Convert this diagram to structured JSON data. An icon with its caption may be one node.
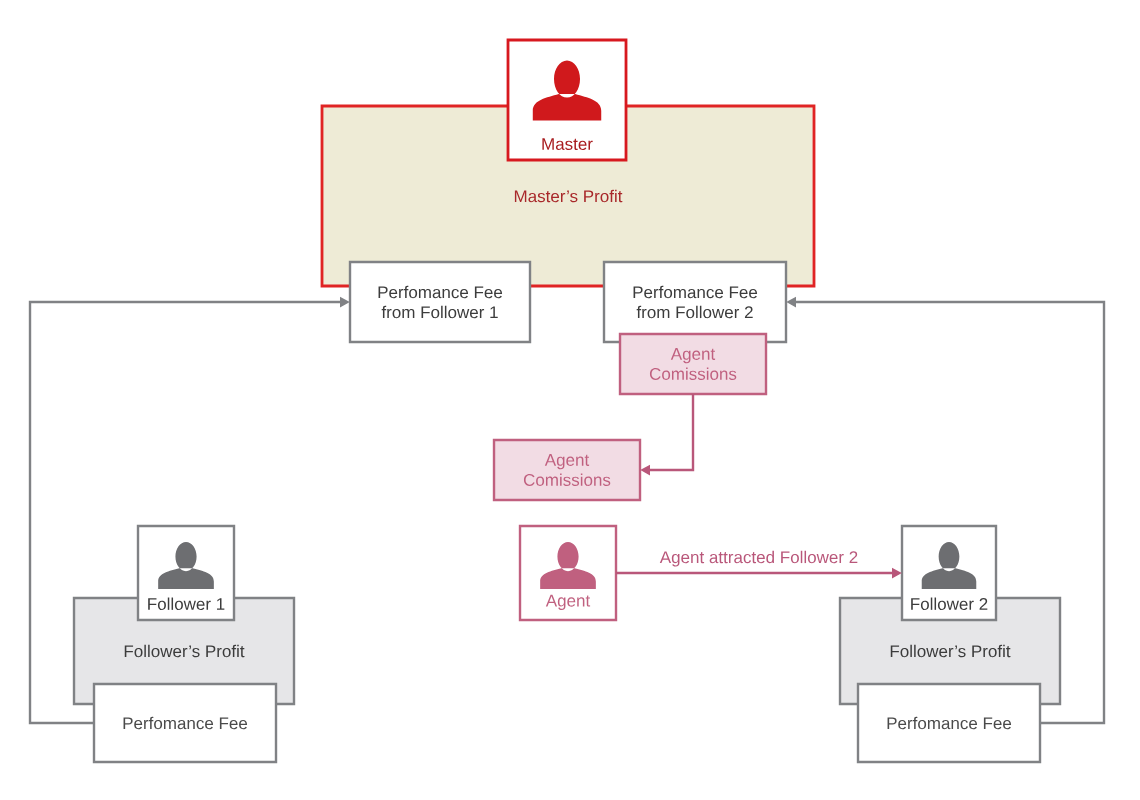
{
  "diagram": {
    "nodes": [
      {
        "text": [
          "Master"
        ]
      },
      {
        "text": [
          "Master’s Profit"
        ]
      },
      {
        "text": [
          "Perfomance Fee from Follower 1"
        ]
      },
      {
        "text": [
          "Perfomance Fee from Follower 2"
        ]
      },
      {
        "text": [
          "Agent Comissions"
        ]
      },
      {
        "text": [
          "Agent Comissions"
        ]
      },
      {
        "text": [
          "Agent"
        ]
      },
      {
        "text": [
          "Follower 1"
        ]
      },
      {
        "text": [
          "Follower’s Profit"
        ]
      },
      {
        "text": [
          "Perfomance Fee"
        ]
      },
      {
        "text": [
          "Follower 2"
        ]
      },
      {
        "text": [
          "Follower’s Profit"
        ]
      },
      {
        "text": [
          "Perfomance Fee"
        ]
      }
    ],
    "edges": [
      {
        "from": 9,
        "to": 2,
        "arrow": "to"
      },
      {
        "from": 12,
        "to": 3,
        "arrow": "to"
      },
      {
        "from": 4,
        "to": 5,
        "arrow": "to",
        "color": "#b9577a"
      },
      {
        "from": 6,
        "to": 10,
        "arrow": "to",
        "label": "Agent attracted Follower 2",
        "color": "#b9577a"
      }
    ]
  }
}
